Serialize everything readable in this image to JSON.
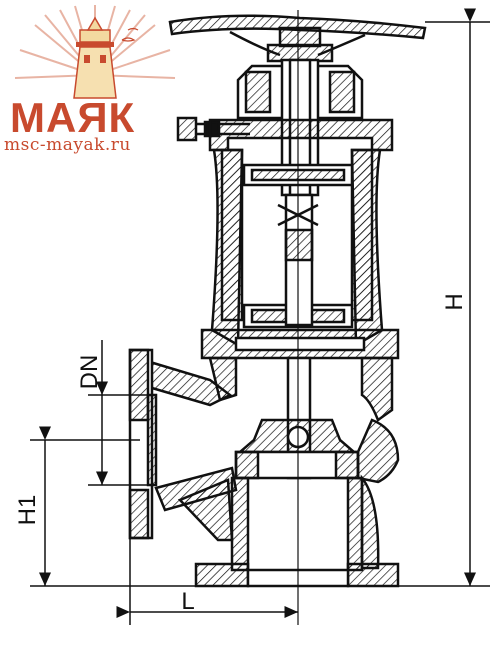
{
  "logo": {
    "name": "МАЯК",
    "url": "msc-mayak.ru",
    "accent_color": "#c84a2e",
    "ray_color": "#e8b4a4"
  },
  "labels": {
    "height_total": "H",
    "height_axis": "H1",
    "nominal_diameter": "DN",
    "length": "L"
  },
  "drawing": {
    "line_color": "#111111",
    "hatch_color": "#111111"
  }
}
